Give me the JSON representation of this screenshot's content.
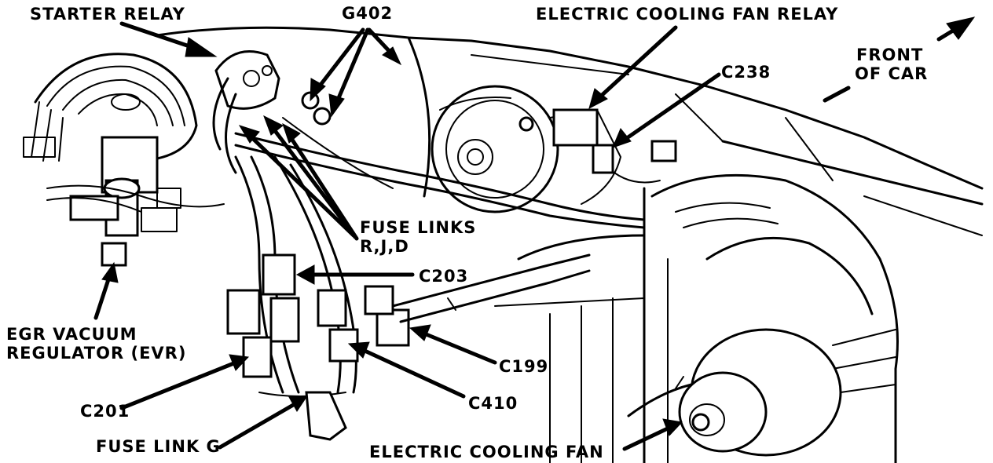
{
  "labels": {
    "starter_relay": "STARTER RELAY",
    "g402": "G402",
    "fan_relay": "ELECTRIC COOLING FAN RELAY",
    "front_line1": "FRONT",
    "front_line2": "OF CAR",
    "c238": "C238",
    "fuse_links_line1": "FUSE LINKS",
    "fuse_links_line2": "R,J,D",
    "c203": "C203",
    "egr_line1": "EGR VACUUM",
    "egr_line2": "REGULATOR (EVR)",
    "c199": "C199",
    "c201": "C201",
    "c410": "C410",
    "fuse_link_g": "FUSE LINK G",
    "cooling_fan": "ELECTRIC COOLING FAN"
  }
}
